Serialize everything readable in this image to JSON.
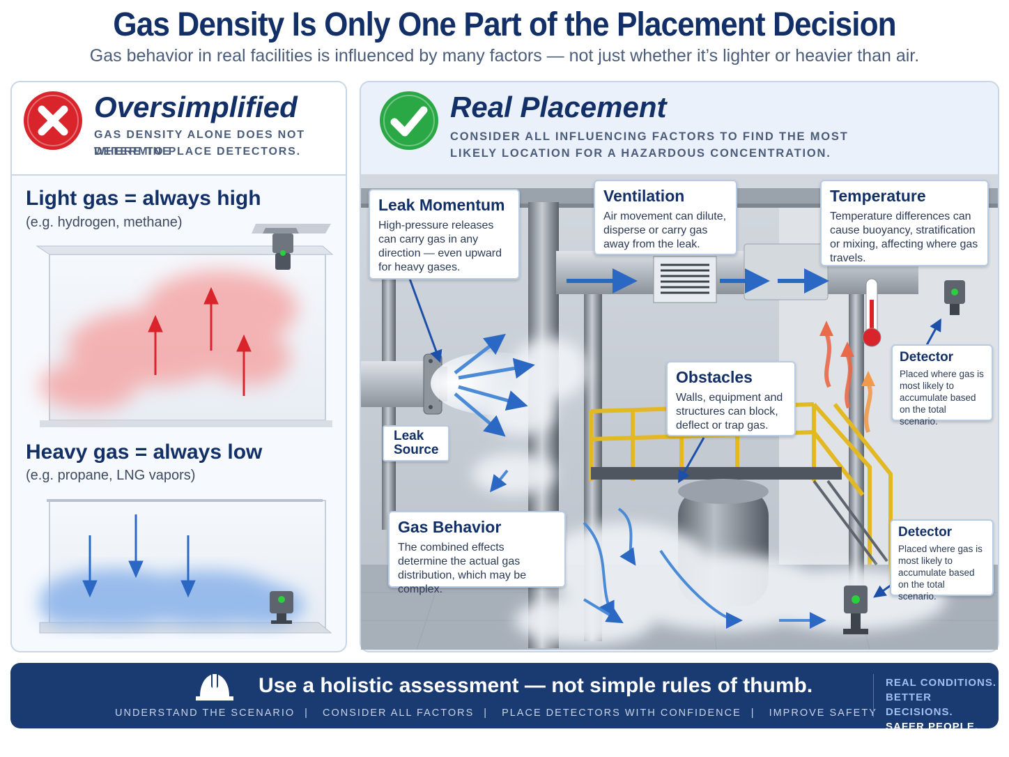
{
  "title": "Gas Density Is Only One Part of the Placement Decision",
  "subtitle": "Gas behavior in real facilities is influenced by many factors — not just whether it’s lighter or heavier than air.",
  "left": {
    "heading": "Oversimplified",
    "sub_line1": "GAS DENSITY ALONE DOES NOT DETERMINE",
    "sub_line2": "WHERE TO PLACE DETECTORS.",
    "light_title": "Light gas = always high",
    "light_example": "(e.g. hydrogen, methane)",
    "heavy_title": "Heavy gas = always low",
    "heavy_example": "(e.g. propane, LNG vapors)",
    "icon": "x-circle-icon",
    "icon_color": "#d8242a"
  },
  "right": {
    "heading": "Real Placement",
    "sub_line1": "CONSIDER ALL INFLUENCING FACTORS TO FIND THE MOST",
    "sub_line2": "LIKELY LOCATION FOR A HAZARDOUS CONCENTRATION.",
    "icon": "check-circle-icon",
    "icon_color": "#2aa845",
    "callouts": {
      "leak_momentum": {
        "title": "Leak Momentum",
        "body": "High-pressure releases can carry gas in any direction — even upward for heavy gases."
      },
      "ventilation": {
        "title": "Ventilation",
        "body": "Air movement can dilute, disperse or carry gas away from the leak."
      },
      "temperature": {
        "title": "Temperature",
        "body": "Temperature differences can cause buoyancy, stratification or mixing, affecting where gas travels."
      },
      "obstacles": {
        "title": "Obstacles",
        "body": "Walls, equipment and structures can block, deflect or trap gas."
      },
      "gas_behavior": {
        "title": "Gas Behavior",
        "body": "The combined effects determine the actual gas distribution, which may be complex."
      },
      "detector_upper": {
        "title": "Detector",
        "body": "Placed where gas is most likely to accumulate based on the total scenario."
      },
      "detector_lower": {
        "title": "Detector",
        "body": "Placed where gas is most likely to accumulate based on the total scenario."
      }
    },
    "leak_source_line1": "Leak",
    "leak_source_line2": "Source"
  },
  "footer": {
    "main": "Use a holistic assessment — not simple rules of thumb.",
    "steps": [
      "UNDERSTAND THE SCENARIO",
      "CONSIDER ALL FACTORS",
      "PLACE DETECTORS WITH CONFIDENCE",
      "IMPROVE SAFETY"
    ],
    "side_line1": "REAL CONDITIONS.",
    "side_line2": "BETTER DECISIONS.",
    "side_line3": "SAFER PEOPLE.",
    "icon": "hard-hat-icon"
  },
  "colors": {
    "navy": "#123067",
    "footer_bg": "#1a3a72",
    "light_gas": "#f4a7a7",
    "heavy_gas": "#8fb6ea",
    "arrow_red": "#d8242a",
    "arrow_blue": "#2b68c4",
    "detector_green": "#2ccf3c",
    "side_text": "#9fc0f0"
  }
}
